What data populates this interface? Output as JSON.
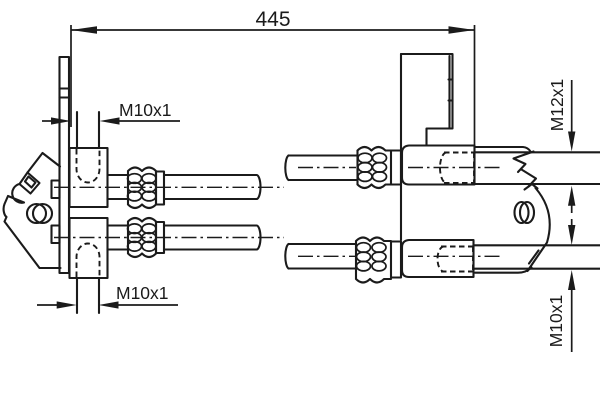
{
  "page": {
    "background": "#ffffff",
    "ink": "#1b1b1b",
    "kind": "technical line drawing of a twin brake hose assembly with mounting brackets"
  },
  "dimensions": {
    "overall_length": {
      "label": "445",
      "orientation": "horizontal"
    },
    "top_left_thread": {
      "label": "M10x1",
      "orientation": "horizontal"
    },
    "bottom_left_thread": {
      "label": "M10x1",
      "orientation": "horizontal"
    },
    "right_upper_thread": {
      "label": "M12x1",
      "orientation": "vertical"
    },
    "right_lower_thread": {
      "label": "M10x1",
      "orientation": "vertical"
    }
  }
}
